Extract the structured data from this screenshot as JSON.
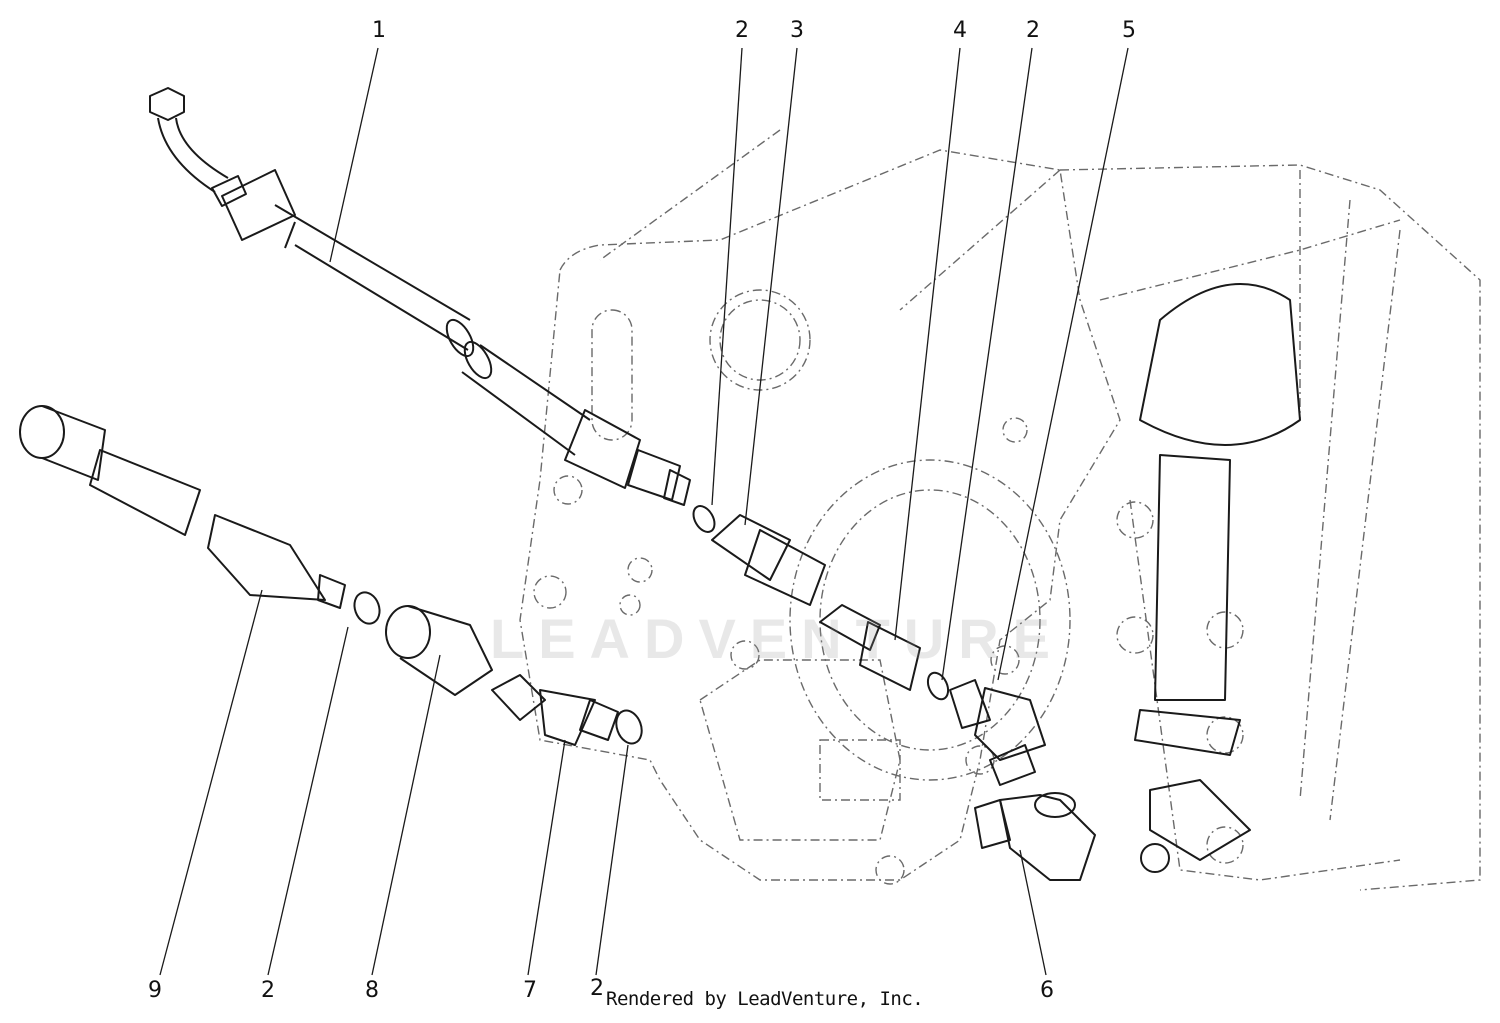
{
  "diagram": {
    "callouts": [
      "1",
      "2",
      "3",
      "4",
      "2",
      "5",
      "9",
      "2",
      "8",
      "7",
      "2",
      "6"
    ],
    "credit": "Rendered by LeadVenture, Inc.",
    "watermark": "LEADVENTURE",
    "line_color": "#1a1a1a",
    "ghost_color": "#6a6a6a"
  }
}
